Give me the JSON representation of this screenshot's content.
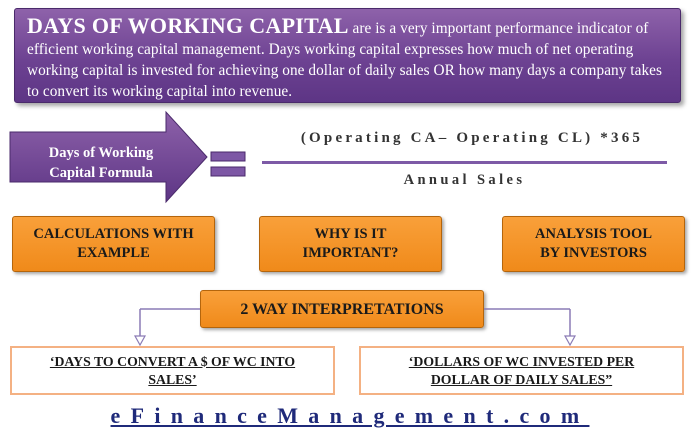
{
  "intro": {
    "lead": "DAYS OF WORKING CAPITAL",
    "text": " are is a very important performance indicator of efficient working capital management. Days working capital expresses how much of net operating working capital is invested for achieving one dollar of daily sales OR how many days a company takes to convert its working capital into revenue."
  },
  "formula": {
    "label_line1": "Days of Working",
    "label_line2": "Capital Formula",
    "equals_icon": "equals-sign",
    "numerator": "(Operating CA– Operating CL) *365",
    "denominator": "Annual Sales"
  },
  "boxes": {
    "calc_line1": "CALCULATIONS WITH",
    "calc_line2": "EXAMPLE",
    "why_line1": "WHY IS IT",
    "why_line2": "IMPORTANT?",
    "analysis_line1": "ANALYSIS TOOL",
    "analysis_line2": "BY INVESTORS",
    "interpretations": "2 WAY INTERPRETATIONS"
  },
  "interpretations": {
    "left_line1": "‘DAYS TO CONVERT A $ OF WC INTO",
    "left_line2": "SALES’",
    "right_line1": "‘DOLLARS OF WC INVESTED PER",
    "right_line2": "DOLLAR OF DAILY SALES”"
  },
  "footer": "eFinanceManagement.com",
  "colors": {
    "purple": "#6d4292",
    "orange": "#f08a1a",
    "peach_border": "#f4b183",
    "connector": "#8a7bb5",
    "footer_text": "#1f2a7a"
  }
}
